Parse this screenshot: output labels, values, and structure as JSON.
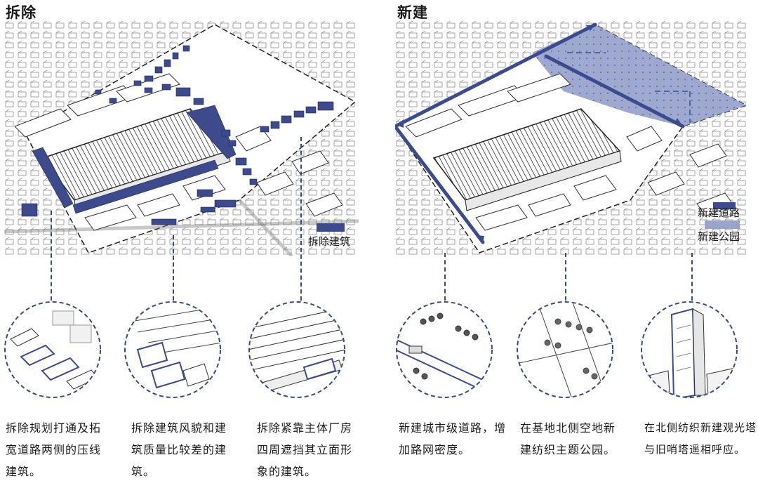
{
  "panels": [
    {
      "title": "拆除",
      "legend": [
        "拆除建筑"
      ]
    },
    {
      "title": "新建",
      "legend": [
        "新建道路",
        "新建公园"
      ]
    }
  ],
  "captions": [
    "拆除规划打通及拓宽道路两侧的压线建筑。",
    "拆除建筑风貌和建筑质量比较差的建筑。",
    "拆除紧靠主体厂房四周遮挡其立面形象的建筑。",
    "新建城市级道路，增加路网密度。",
    "在基地北侧空地新建纺织主题公园。",
    "在北侧纺织新建观光塔与旧哨塔遥相呼应。"
  ],
  "colors": {
    "demolish": "#3d4a8c",
    "road": "#3b4c8e",
    "park": "#9aa3cc",
    "dash": "#3a4a7c",
    "line": "#333333"
  }
}
